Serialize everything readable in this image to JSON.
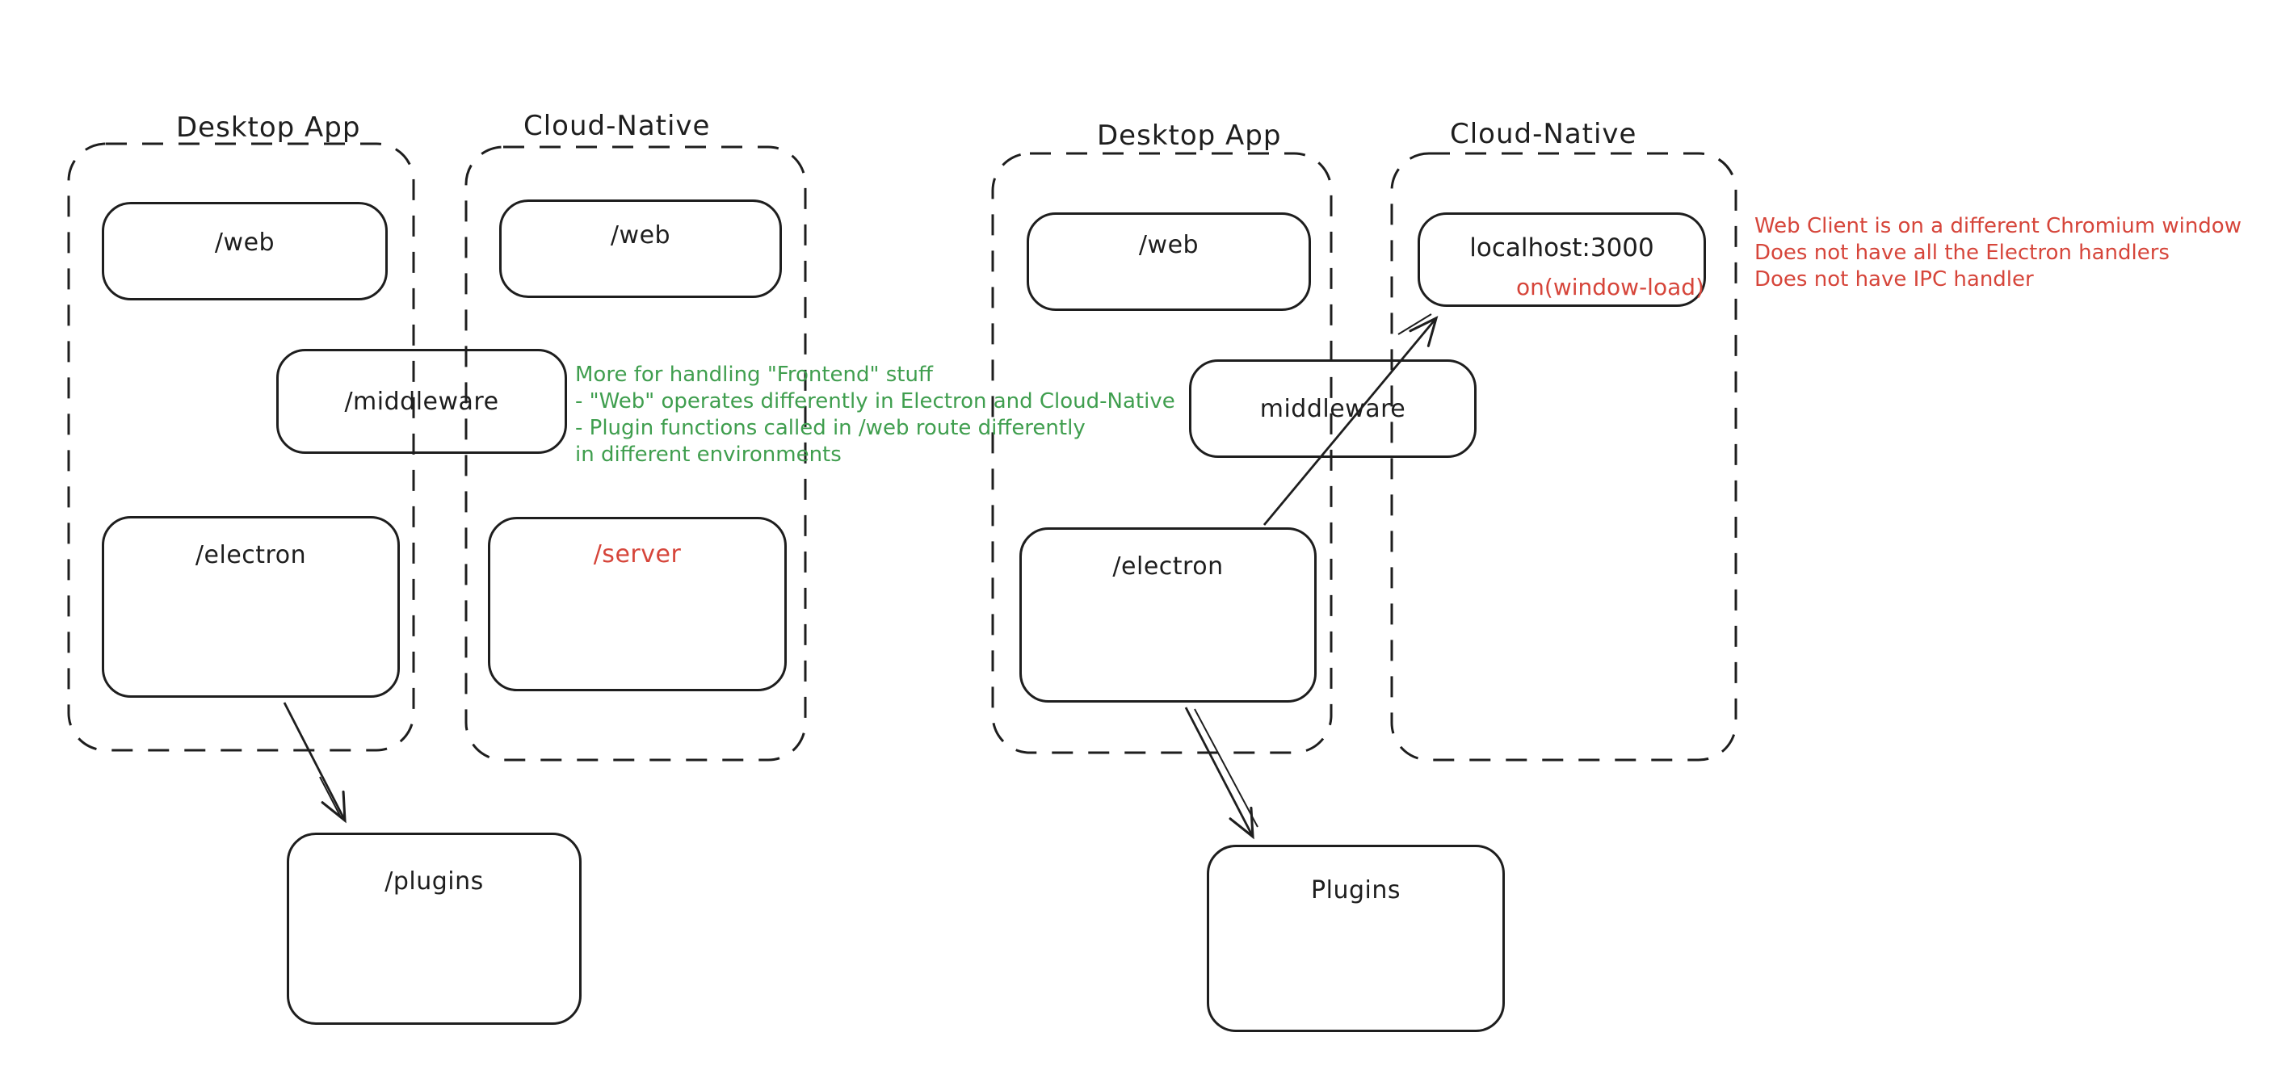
{
  "colors": {
    "stroke": "#1e1e1e",
    "green": "#3f9e4e",
    "red": "#d6453a",
    "background": "#ffffff"
  },
  "left_diagram": {
    "desktop_label": "Desktop App",
    "cloud_label": "Cloud-Native",
    "desktop_web": "/web",
    "cloud_web": "/web",
    "middleware": "/middleware",
    "electron": "/electron",
    "server": "/server",
    "plugins": "/plugins",
    "green_note": {
      "line1": "More for handling \"Frontend\" stuff",
      "line2": "- \"Web\" operates differently in Electron and Cloud-Native",
      "line3": "- Plugin functions called in /web route differently",
      "line4": "in different environments"
    }
  },
  "right_diagram": {
    "desktop_label": "Desktop App",
    "cloud_label": "Cloud-Native",
    "web": "/web",
    "localhost": "localhost:3000",
    "window_load": "on(window-load)",
    "middleware": "middleware",
    "electron": "/electron",
    "plugins": "Plugins",
    "red_note": {
      "line1": "Web Client is on a different Chromium window",
      "line2": "Does not have all the Electron handlers",
      "line3": "Does not have IPC handler"
    }
  }
}
